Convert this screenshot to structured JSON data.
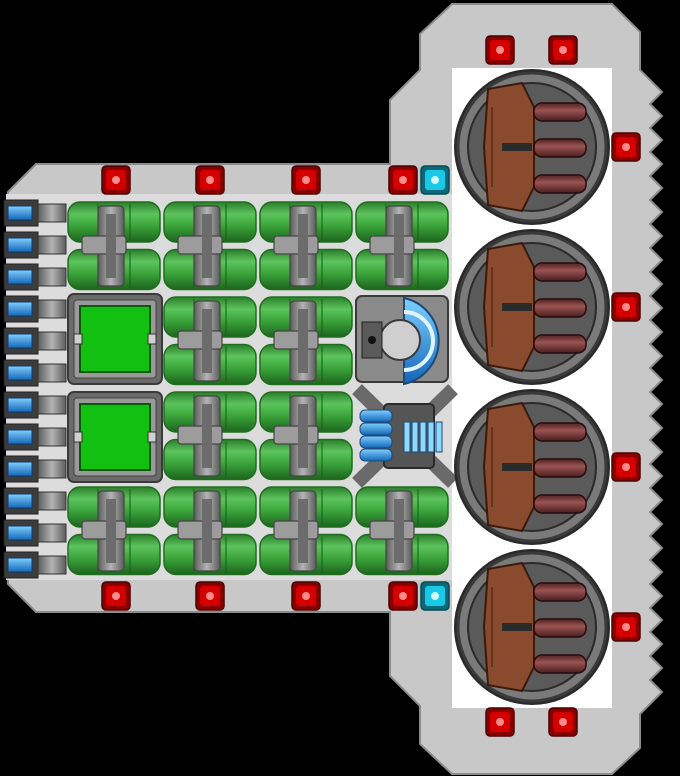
{
  "scene": {
    "type": "top-down spaceship hull blueprint",
    "colors": {
      "background": "#000000",
      "hull": "#c8c8c8",
      "hull_edge": "#9a9a9a",
      "deck": "#ffffff",
      "tank_green": "#3aa43a",
      "tank_green_dark": "#1f6e1f",
      "pipe_gray": "#8a8a8a",
      "cargo_green": "#11c011",
      "battery_blue": "#2a86d6",
      "light_red": "#d40000",
      "light_cyan": "#18c8e6",
      "turret_brown": "#8a4a2e",
      "barrel_maroon": "#7a3a3a",
      "ring_gray": "#6a6a6a"
    }
  },
  "modules": {
    "battery_cells": 12,
    "fuel_tank_rows": 4,
    "fuel_tank_columns": 4,
    "cargo_bays": 2,
    "turrets": 4,
    "barrels_per_turret": 3,
    "reactor": "shield-generator",
    "thruster": "ion-engine",
    "red_lights": 16,
    "cyan_lights": 2
  }
}
